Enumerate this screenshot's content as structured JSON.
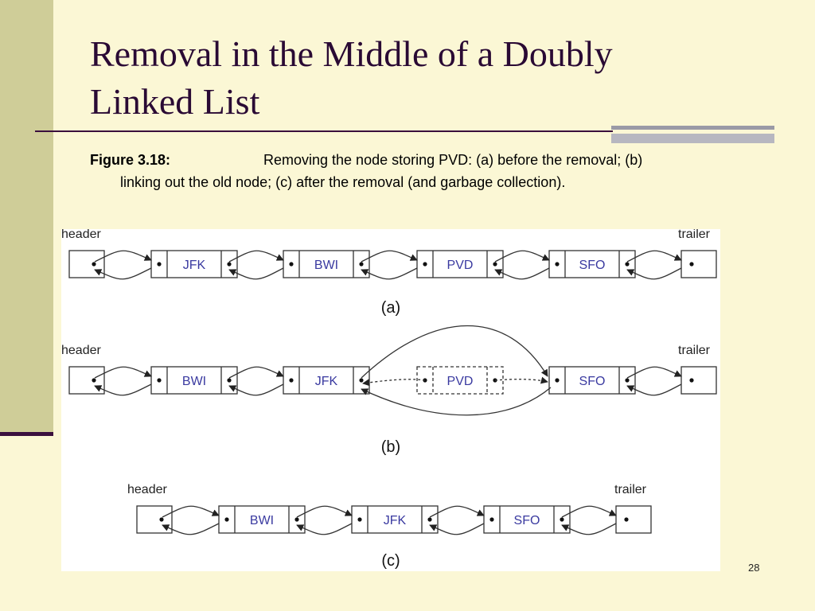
{
  "slide": {
    "title_line1": "Removal in the Middle of a Doubly",
    "title_line2": "Linked List",
    "caption_label": "Figure 3.18:",
    "caption_text_1": "Removing the node storing PVD: (a) before the removal; (b)",
    "caption_text_2": "linking out the old node; (c) after the removal (and garbage collection).",
    "page_number": "28"
  },
  "diagram": {
    "header_label": "header",
    "trailer_label": "trailer",
    "a": {
      "nodes": [
        "JFK",
        "BWI",
        "PVD",
        "SFO"
      ],
      "label": "(a)"
    },
    "b": {
      "nodes": [
        "BWI",
        "JFK",
        "PVD",
        "SFO"
      ],
      "removed": "PVD",
      "label": "(b)"
    },
    "c": {
      "nodes": [
        "BWI",
        "JFK",
        "SFO"
      ],
      "label": "(c)"
    }
  }
}
